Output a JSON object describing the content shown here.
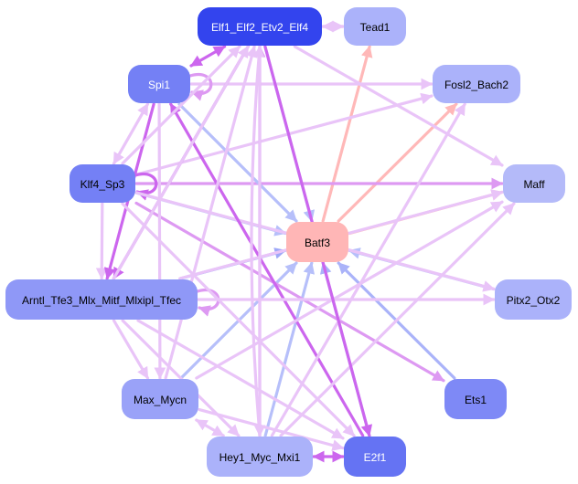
{
  "diagram": {
    "type": "directed-network",
    "node_colors": {
      "dark_blue": "#3344ee",
      "medium_blue": "#7480f5",
      "blue": "#8f98f7",
      "light_blue": "#a8b0f9",
      "pink": "#ffb6b6"
    },
    "edge_colors": {
      "purple_strong": "#cc66ee",
      "purple_medium": "#dd99f2",
      "purple_light": "#e9c4f8",
      "blue_light": "#b6bffa",
      "pink_light": "#ffb8b8"
    },
    "nodes": [
      {
        "id": "Elf1_Elf2_Etv2_Elf4",
        "label": "Elf1_Elf2_Etv2_Elf4",
        "fill": "#3344ee",
        "text": "#ffffff"
      },
      {
        "id": "Tead1",
        "label": "Tead1",
        "fill": "#abb2fa",
        "text": "#000000"
      },
      {
        "id": "Spi1",
        "label": "Spi1",
        "fill": "#7480f5",
        "text": "#ffffff"
      },
      {
        "id": "Fosl2_Bach2",
        "label": "Fosl2_Bach2",
        "fill": "#abb2fa",
        "text": "#000000"
      },
      {
        "id": "Klf4_Sp3",
        "label": "Klf4_Sp3",
        "fill": "#7480f5",
        "text": "#000000"
      },
      {
        "id": "Maff",
        "label": "Maff",
        "fill": "#b4baf9",
        "text": "#000000"
      },
      {
        "id": "Batf3",
        "label": "Batf3",
        "fill": "#ffb6b6",
        "text": "#000000"
      },
      {
        "id": "Arntl_Tfe3_Mlx_Mitf_Mlxipl_Tfec",
        "label": "Arntl_Tfe3_Mlx_Mitf_Mlxipl_Tfec",
        "fill": "#8f98f7",
        "text": "#000000"
      },
      {
        "id": "Pitx2_Otx2",
        "label": "Pitx2_Otx2",
        "fill": "#abb2fa",
        "text": "#000000"
      },
      {
        "id": "Max_Mycn",
        "label": "Max_Mycn",
        "fill": "#9aa2f8",
        "text": "#000000"
      },
      {
        "id": "Ets1",
        "label": "Ets1",
        "fill": "#7e89f6",
        "text": "#000000"
      },
      {
        "id": "Hey1_Myc_Mxi1",
        "label": "Hey1_Myc_Mxi1",
        "fill": "#abb2fa",
        "text": "#000000"
      },
      {
        "id": "E2f1",
        "label": "E2f1",
        "fill": "#6573f3",
        "text": "#ffffff"
      }
    ],
    "edges": [
      {
        "from": "Spi1",
        "to": "Elf1_Elf2_Etv2_Elf4",
        "color": "#cc66ee",
        "bidirectional": true
      },
      {
        "from": "Tead1",
        "to": "Elf1_Elf2_Etv2_Elf4",
        "color": "#e9c4f8"
      },
      {
        "from": "Elf1_Elf2_Etv2_Elf4",
        "to": "Tead1",
        "color": "#e9c4f8"
      },
      {
        "from": "Batf3",
        "to": "Tead1",
        "color": "#ffb8b8"
      },
      {
        "from": "Batf3",
        "to": "Fosl2_Bach2",
        "color": "#ffb8b8"
      },
      {
        "from": "Batf3",
        "to": "Maff",
        "color": "#ffb8b8"
      },
      {
        "from": "Spi1",
        "to": "Fosl2_Bach2",
        "color": "#e9c4f8"
      },
      {
        "from": "Klf4_Sp3",
        "to": "Fosl2_Bach2",
        "color": "#e9c4f8"
      },
      {
        "from": "Klf4_Sp3",
        "to": "Maff",
        "color": "#dd99f2"
      },
      {
        "from": "Klf4_Sp3",
        "to": "Klf4_Sp3",
        "color": "#cc66ee",
        "self": true
      },
      {
        "from": "Spi1",
        "to": "Spi1",
        "color": "#dd99f2",
        "self": true
      },
      {
        "from": "Arntl_Tfe3_Mlx_Mitf_Mlxipl_Tfec",
        "to": "Arntl_Tfe3_Mlx_Mitf_Mlxipl_Tfec",
        "color": "#dd99f2",
        "self": true
      },
      {
        "from": "Elf1_Elf2_Etv2_Elf4",
        "to": "Maff",
        "color": "#e9c4f8"
      },
      {
        "from": "Spi1",
        "to": "Batf3",
        "color": "#b6bffa"
      },
      {
        "from": "Klf4_Sp3",
        "to": "Batf3",
        "color": "#b6bffa"
      },
      {
        "from": "Arntl_Tfe3_Mlx_Mitf_Mlxipl_Tfec",
        "to": "Batf3",
        "color": "#9ea8f8"
      },
      {
        "from": "Elf1_Elf2_Etv2_Elf4",
        "to": "Batf3",
        "color": "#b6bffa"
      },
      {
        "from": "Pitx2_Otx2",
        "to": "Batf3",
        "color": "#b6bffa"
      },
      {
        "from": "Ets1",
        "to": "Batf3",
        "color": "#aab3f9"
      },
      {
        "from": "E2f1",
        "to": "Batf3",
        "color": "#aab3f9"
      },
      {
        "from": "Hey1_Myc_Mxi1",
        "to": "Batf3",
        "color": "#b6bffa"
      },
      {
        "from": "Max_Mycn",
        "to": "Batf3",
        "color": "#b6bffa"
      },
      {
        "from": "Spi1",
        "to": "Klf4_Sp3",
        "color": "#e9c4f8",
        "bidirectional": true
      },
      {
        "from": "Klf4_Sp3",
        "to": "Arntl_Tfe3_Mlx_Mitf_Mlxipl_Tfec",
        "color": "#e9c4f8"
      },
      {
        "from": "Spi1",
        "to": "Arntl_Tfe3_Mlx_Mitf_Mlxipl_Tfec",
        "color": "#cc66ee"
      },
      {
        "from": "Elf1_Elf2_Etv2_Elf4",
        "to": "Arntl_Tfe3_Mlx_Mitf_Mlxipl_Tfec",
        "color": "#cc66ee"
      },
      {
        "from": "Arntl_Tfe3_Mlx_Mitf_Mlxipl_Tfec",
        "to": "Max_Mycn",
        "color": "#e9c4f8"
      },
      {
        "from": "Arntl_Tfe3_Mlx_Mitf_Mlxipl_Tfec",
        "to": "Hey1_Myc_Mxi1",
        "color": "#e9c4f8"
      },
      {
        "from": "Klf4_Sp3",
        "to": "Ets1",
        "color": "#dd99f2"
      },
      {
        "from": "Klf4_Sp3",
        "to": "E2f1",
        "color": "#e9c4f8"
      },
      {
        "from": "Klf4_Sp3",
        "to": "Pitx2_Otx2",
        "color": "#e9c4f8"
      },
      {
        "from": "E2f1",
        "to": "Spi1",
        "color": "#cc66ee"
      },
      {
        "from": "E2f1",
        "to": "Hey1_Myc_Mxi1",
        "color": "#cc66ee",
        "bidirectional": true
      },
      {
        "from": "Max_Mycn",
        "to": "Hey1_Myc_Mxi1",
        "color": "#e9c4f8",
        "bidirectional": true
      },
      {
        "from": "Hey1_Myc_Mxi1",
        "to": "Elf1_Elf2_Etv2_Elf4",
        "color": "#dd99f2"
      },
      {
        "from": "Hey1_Myc_Mxi1",
        "to": "Elf1_Elf2_Etv2_Elf4",
        "color": "#e9c4f8",
        "curved": true
      },
      {
        "from": "Max_Mycn",
        "to": "Elf1_Elf2_Etv2_Elf4",
        "color": "#e9c4f8"
      },
      {
        "from": "Max_Mycn",
        "to": "Maff",
        "color": "#e9c4f8"
      },
      {
        "from": "Hey1_Myc_Mxi1",
        "to": "Maff",
        "color": "#e9c4f8"
      },
      {
        "from": "Hey1_Myc_Mxi1",
        "to": "Fosl2_Bach2",
        "color": "#e9c4f8"
      },
      {
        "from": "Arntl_Tfe3_Mlx_Mitf_Mlxipl_Tfec",
        "to": "Maff",
        "color": "#e9c4f8"
      },
      {
        "from": "Arntl_Tfe3_Mlx_Mitf_Mlxipl_Tfec",
        "to": "Elf1_Elf2_Etv2_Elf4",
        "color": "#e9c4f8"
      },
      {
        "from": "Klf4_Sp3",
        "to": "Elf1_Elf2_Etv2_Elf4",
        "color": "#e9c4f8"
      },
      {
        "from": "Arntl_Tfe3_Mlx_Mitf_Mlxipl_Tfec",
        "to": "Pitx2_Otx2",
        "color": "#e9c4f8"
      },
      {
        "from": "Arntl_Tfe3_Mlx_Mitf_Mlxipl_Tfec",
        "to": "E2f1",
        "color": "#e9c4f8"
      },
      {
        "from": "Elf1_Elf2_Etv2_Elf4",
        "to": "E2f1",
        "color": "#cc66ee"
      },
      {
        "from": "Spi1",
        "to": "Max_Mycn",
        "color": "#e9c4f8"
      },
      {
        "from": "Max_Mycn",
        "to": "E2f1",
        "color": "#e9c4f8"
      },
      {
        "from": "Elf1_Elf2_Etv2_Elf4",
        "to": "Hey1_Myc_Mxi1",
        "color": "#e9c4f8"
      }
    ]
  }
}
